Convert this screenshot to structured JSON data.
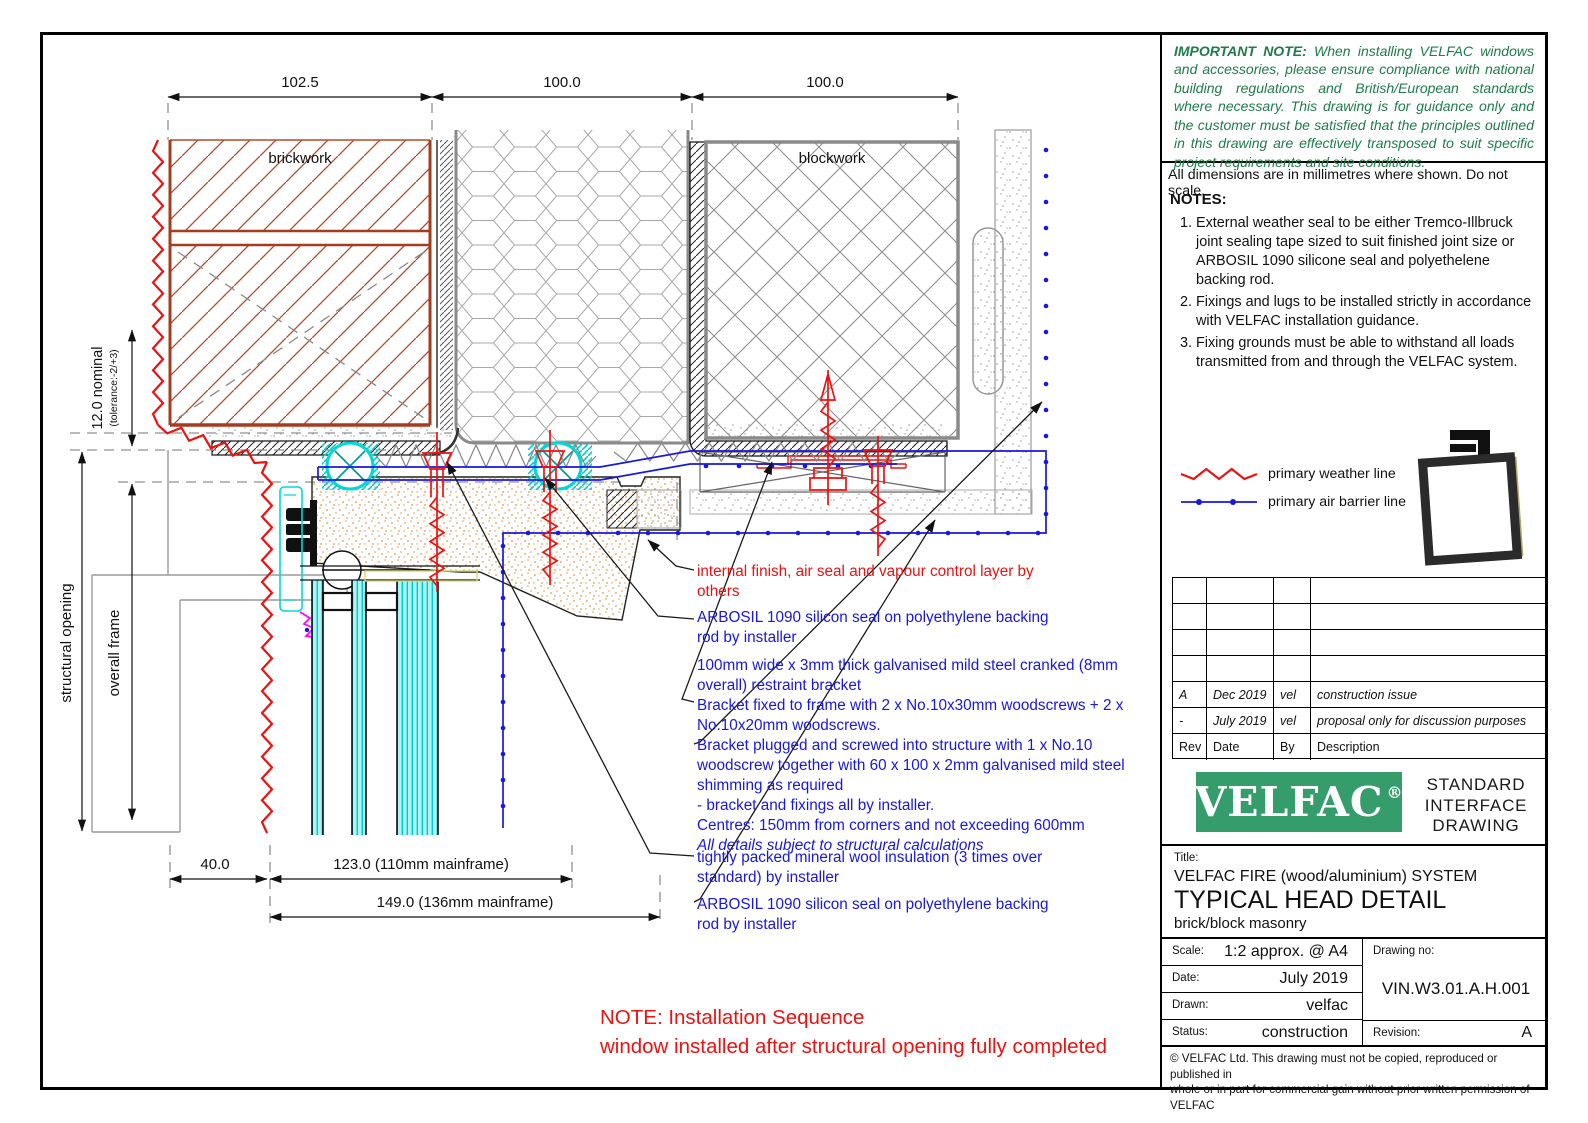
{
  "drawing": {
    "dims_top": {
      "brick": "102.5",
      "insulation": "100.0",
      "blockwork": "100.0"
    },
    "wall_labels": {
      "brickwork": "brickwork",
      "blockwork": "blockwork"
    },
    "left_labels": {
      "nominal": "12.0 nominal",
      "tolerance": "(tolerance:-2/+3)",
      "structural_opening": "structural opening",
      "overall_frame": "overall frame"
    },
    "dims_bottom": {
      "cavity": "40.0",
      "frame110": "123.0 (110mm mainframe)",
      "frame136": "149.0 (136mm mainframe)"
    },
    "installation_note": "NOTE: Installation Sequence\nwindow installed after structural opening fully completed",
    "annotations": {
      "internal_finish": "internal finish, air seal and vapour control layer by\nothers",
      "arbosil_top": "ARBOSIL 1090 silicon seal on polyethylene backing\nrod by installer",
      "bracket": "100mm wide x 3mm thick galvanised mild steel cranked (8mm\noverall) restraint bracket\nBracket fixed to frame with 2 x No.10x30mm woodscrews + 2 x\nNo.10x20mm woodscrews.\nBracket plugged and screwed into structure with 1 x No.10\nwoodscrew together with 60 x 100 x 2mm galvanised mild steel\nshimming as required\n- bracket and fixings all by installer.\nCentres: 150mm from corners and not exceeding 600mm",
      "bracket_italic": "All details subject to structural calculations",
      "mineral_wool": "tightly packed mineral wool insulation (3 times over\nstandard) by installer",
      "arbosil_bottom": "ARBOSIL 1090 silicon seal on polyethylene backing\nrod by installer"
    }
  },
  "panel": {
    "important_note": {
      "label": "IMPORTANT NOTE:",
      "text": " When installing VELFAC windows and accessories, please ensure compliance with national building regulations and British/European standards where necessary. This drawing is for guidance only and the customer must be satisfied that the principles outlined in this drawing are effectively transposed to suit specific project requirements and site conditions."
    },
    "dimensions_note": "All dimensions are in millimetres where shown. Do not scale.",
    "notes_heading": "NOTES:",
    "notes": [
      "External weather seal to be either Tremco-Illbruck joint sealing tape sized to suit finished joint size or ARBOSIL 1090 silicone seal and polyethelene backing rod.",
      "Fixings and lugs to be installed strictly in accordance with VELFAC installation guidance.",
      "Fixing grounds must be able to withstand all loads transmitted from and through the VELFAC system."
    ],
    "legend": {
      "weather": "primary weather line",
      "air": "primary air barrier line"
    },
    "revisions": {
      "headers": {
        "rev": "Rev",
        "date": "Date",
        "by": "By",
        "desc": "Description"
      },
      "rows": [
        {
          "rev": "A",
          "date": "Dec 2019",
          "by": "vel",
          "desc": "construction issue"
        },
        {
          "rev": "-",
          "date": "July 2019",
          "by": "vel",
          "desc": "proposal only for discussion purposes"
        }
      ]
    },
    "brand": {
      "logo": "VELFAC",
      "reg": "®",
      "caption": "STANDARD\nINTERFACE\nDRAWING"
    },
    "titleblock": {
      "label": "Title:",
      "line1": "VELFAC FIRE (wood/aluminium) SYSTEM",
      "line2": "TYPICAL HEAD DETAIL",
      "line3": "brick/block masonry"
    },
    "fields": {
      "scale_label": "Scale:",
      "scale": "1:2 approx. @ A4",
      "date_label": "Date:",
      "date": "July 2019",
      "drawn_label": "Drawn:",
      "drawn": "velfac",
      "status_label": "Status:",
      "status": "construction",
      "drawing_no_label": "Drawing no:",
      "drawing_no": "VIN.W3.01.A.H.001",
      "revision_label": "Revision:",
      "revision": "A"
    },
    "copyright": "©  VELFAC Ltd. This drawing must not be copied, reproduced or published in\nwhole or in part for commercial gain without prior written permission of VELFAC"
  },
  "colors": {
    "brand_green": "#359c6b",
    "note_green": "#1e7c4a",
    "weather_red": "#ee1111",
    "air_blue": "#1717e0",
    "seal_cyan": "#00d8d8",
    "gasket_magenta": "#ff00ff",
    "wood_tan": "#e09a50"
  }
}
